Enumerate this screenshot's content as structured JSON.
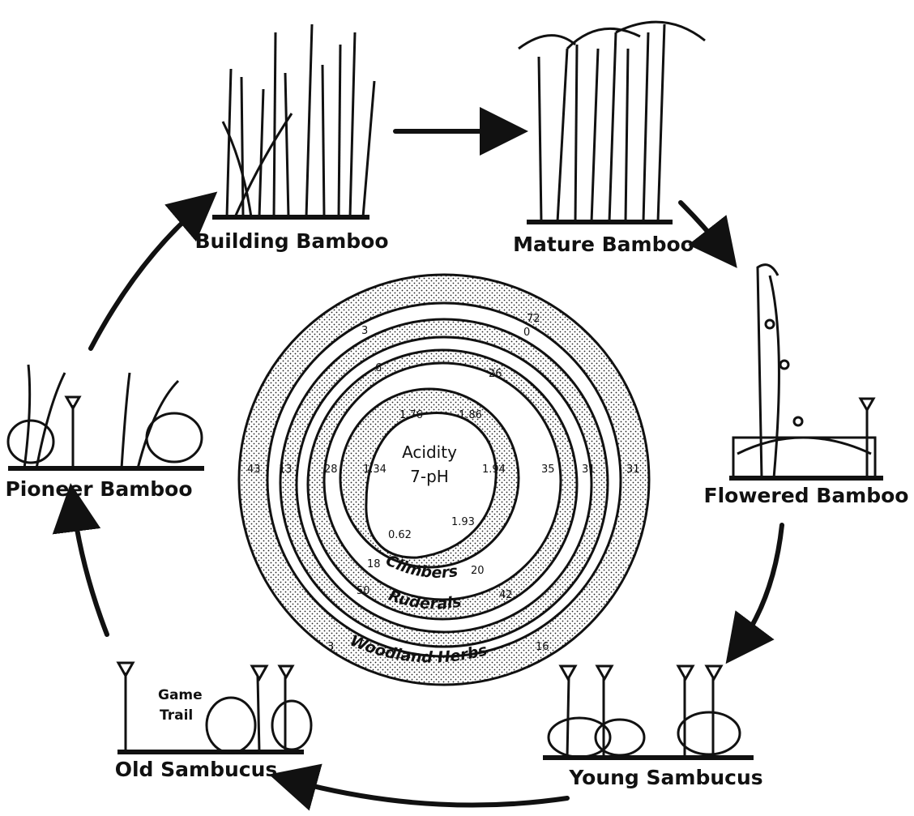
{
  "colors": {
    "ink": "#111111",
    "paper": "#ffffff"
  },
  "stages": {
    "building_bamboo": "Building Bamboo",
    "mature_bamboo": "Mature Bamboo",
    "flowered_bamboo": "Flowered Bamboo",
    "young_sambucus": "Young Sambucus",
    "old_sambucus": "Old Sambucus",
    "pioneer_bamboo": "Pioneer Bamboo"
  },
  "game_trail": {
    "line1": "Game",
    "line2": "Trail"
  },
  "center": {
    "line1": "Acidity",
    "line2": "7-pH"
  },
  "rings": {
    "climbers": "Climbers",
    "ruderals": "Ruderals",
    "woodland_herbs": "Woodland Herbs"
  },
  "numbers": {
    "acidity_176": "1.76",
    "acidity_186": "1.86",
    "acidity_134": "1.34",
    "acidity_194": "1.94",
    "acidity_062": "0.62",
    "acidity_193": "1.93",
    "climbers_28": "28",
    "climbers_35": "35",
    "climbers_18": "18",
    "climbers_20": "20",
    "ruderals_6": "6",
    "ruderals_26": "26",
    "ruderals_13": "13",
    "ruderals_31": "31",
    "ruderals_50": "50",
    "ruderals_42": "42",
    "herbs_3_top": "3",
    "herbs_72": "72",
    "herbs_0": "0",
    "herbs_43": "43",
    "herbs_31": "31",
    "herbs_3_bottom": "3",
    "herbs_16": "16"
  }
}
